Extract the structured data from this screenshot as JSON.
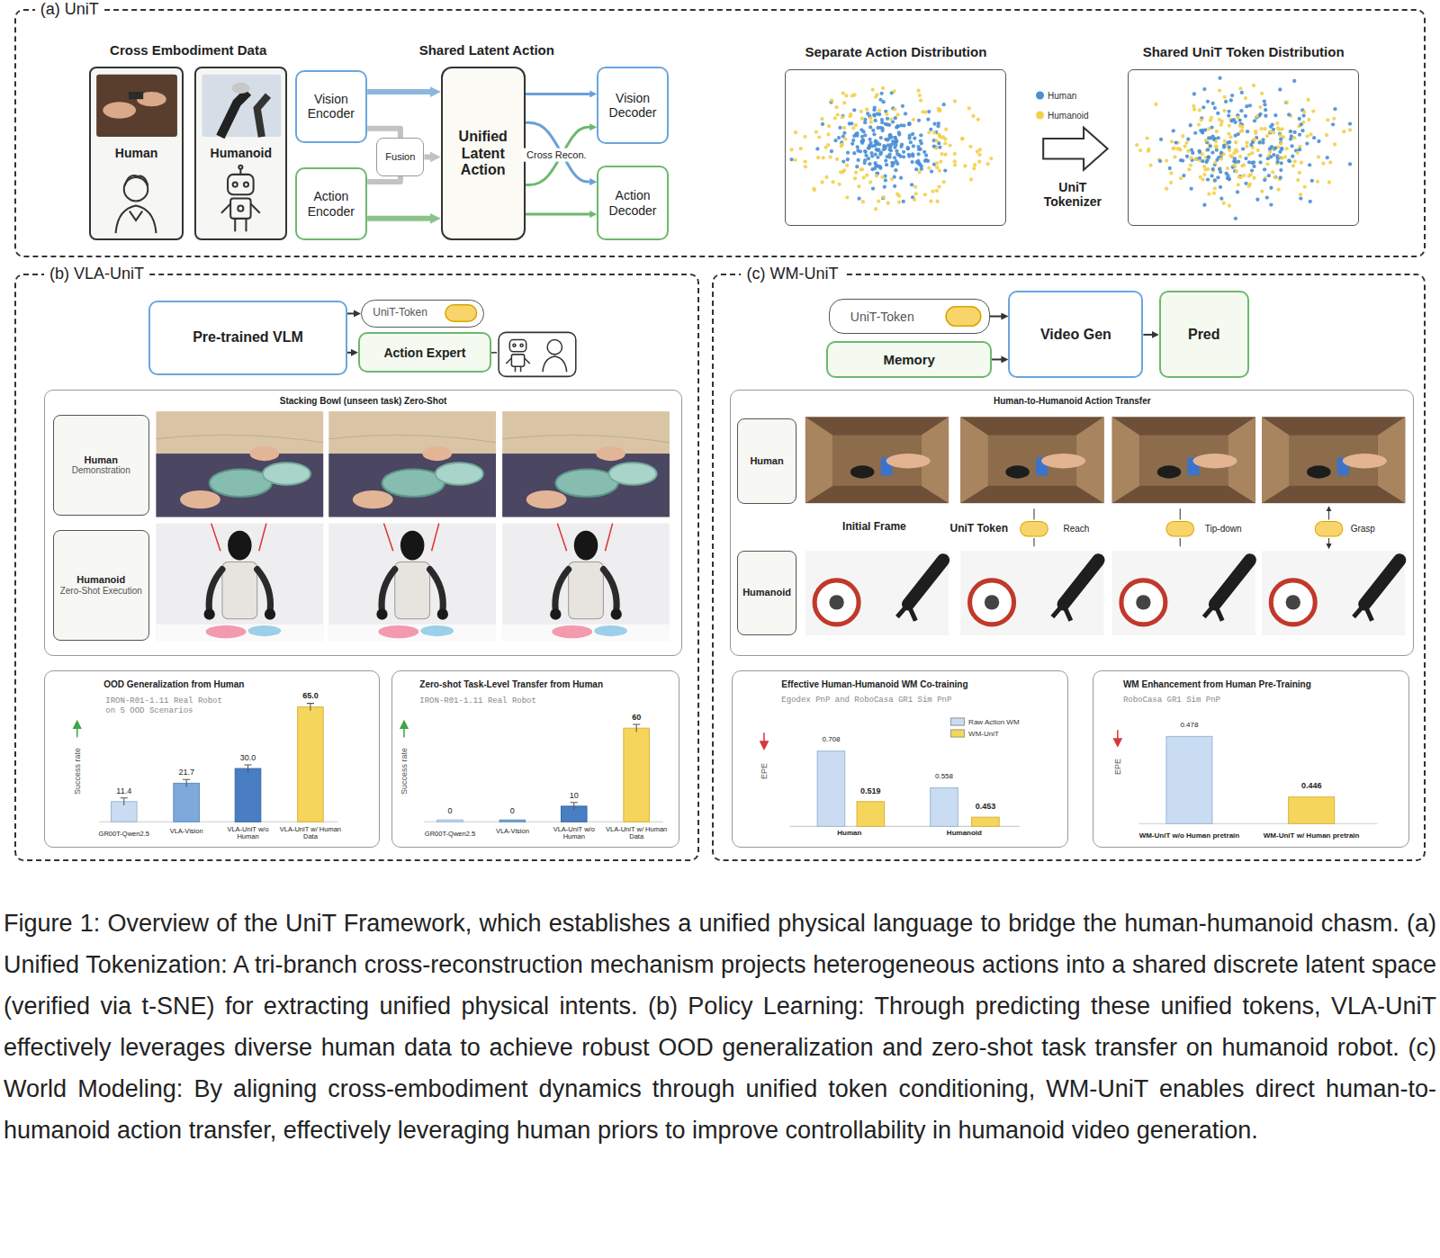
{
  "diagram": {
    "caption": "Figure 1: Overview of the UniT Framework, which establishes a unified physical language to bridge the human-humanoid chasm. (a) Unified Tokenization: A tri-branch cross-reconstruction mechanism projects heterogeneous actions into a shared discrete latent space (verified via t-SNE) for extracting unified physical intents. (b) Policy Learning: Through predicting these unified tokens, VLA-UniT effectively leverages diverse human data to achieve robust OOD generalization and zero-shot task transfer on humanoid robot. (c) World Modeling: By aligning cross-embodiment dynamics through unified token conditioning, WM-UniT enables direct human-to-humanoid action transfer, effectively leveraging human priors to improve controllability in humanoid video generation.",
    "nodes": [
      {
        "text": [
          "(a) UniT"
        ]
      },
      {
        "text": [
          "Human"
        ],
        "in": 0
      },
      {
        "text": [
          "Humanoid"
        ],
        "in": 0
      },
      {
        "text": [
          "Vision Encoder"
        ],
        "in": 0
      },
      {
        "text": [
          "Action Encoder"
        ],
        "in": 0
      },
      {
        "text": [
          "Fusion"
        ],
        "in": 0
      },
      {
        "text": [
          "Unified Latent Action"
        ],
        "in": 0
      },
      {
        "text": [
          "Vision Decoder"
        ],
        "in": 0
      },
      {
        "text": [
          "Action Decoder"
        ],
        "in": 0
      },
      {
        "text": [
          "Separate Action Distribution"
        ],
        "in": 0
      },
      {
        "text": [
          "Shared UniT Token Distribution"
        ],
        "in": 0
      },
      {
        "text": [
          "(b) VLA-UniT"
        ]
      },
      {
        "text": [
          "Pre-trained VLM"
        ],
        "in": 11
      },
      {
        "text": [
          "UniT-Token"
        ],
        "in": 11
      },
      {
        "text": [
          "Action Expert"
        ],
        "in": 11
      },
      {
        "text": [
          "Stacking Bowl (unseen task) Zero-Shot"
        ],
        "in": 11
      },
      {
        "text": [
          "Human",
          "Demonstration"
        ],
        "in": 15
      },
      {
        "text": [
          "Humanoid",
          "Zero-Shot Execution"
        ],
        "in": 15
      },
      {
        "text": [
          "OOD Generalization from Human",
          "IRON-R01-1.11 Real Robot on 5 OOD Scenarios"
        ],
        "in": 11
      },
      {
        "text": [
          "Zero-shot Task-Level Transfer from Human",
          "IRON-R01-1.11 Real Robot"
        ],
        "in": 11
      },
      {
        "text": [
          "(c) WM-UniT"
        ]
      },
      {
        "text": [
          "UniT-Token"
        ],
        "in": 20
      },
      {
        "text": [
          "Memory"
        ],
        "in": 20
      },
      {
        "text": [
          "Video Gen"
        ],
        "in": 20
      },
      {
        "text": [
          "Pred"
        ],
        "in": 20
      },
      {
        "text": [
          "Human-to-Humanoid Action Transfer"
        ],
        "in": 20
      },
      {
        "text": [
          "Human"
        ],
        "in": 25
      },
      {
        "text": [
          "Humanoid"
        ],
        "in": 25
      },
      {
        "text": [
          "Effective Human-Humanoid WM Co-training",
          "Egodex PnP and RoboCasa GR1 Sim PnP"
        ],
        "in": 20
      },
      {
        "text": [
          "WM Enhancement from Human Pre-Training",
          "RoboCasa GR1 Sim PnP"
        ],
        "in": 20
      }
    ],
    "edges": [
      {
        "from": 3,
        "to": 6,
        "arrow": "to"
      },
      {
        "from": 4,
        "to": 6,
        "arrow": "to"
      },
      {
        "from": 3,
        "to": 5,
        "arrow": "none"
      },
      {
        "from": 4,
        "to": 5,
        "arrow": "none"
      },
      {
        "from": 5,
        "to": 6,
        "arrow": "to"
      },
      {
        "from": 6,
        "to": 7,
        "arrow": "to"
      },
      {
        "from": 6,
        "to": 8,
        "arrow": "to"
      },
      {
        "from": 6,
        "to": 7,
        "arrow": "to"
      },
      {
        "from": 6,
        "to": 8,
        "arrow": "to"
      },
      {
        "from": 12,
        "to": 13,
        "arrow": "to"
      },
      {
        "from": 12,
        "to": 14,
        "arrow": "to"
      },
      {
        "from": 21,
        "to": 23,
        "arrow": "to"
      },
      {
        "from": 22,
        "to": 23,
        "arrow": "to"
      },
      {
        "from": 23,
        "to": 24,
        "arrow": "to"
      }
    ],
    "labels": [
      "Cross Embodiment Data",
      "Shared Latent Action",
      "Cross Recon.",
      "UniT Tokenizer",
      "Success rate",
      "11.4",
      "21.7",
      "30.0",
      "65.0",
      "GR00T-Qwen2.5",
      "VLA-Vision",
      "VLA-UniT w/o Human",
      "VLA-UniT w/ Human Data",
      "Success rate",
      "0",
      "0",
      "10",
      "60",
      "GR00T-Qwen2.5",
      "VLA-Vision",
      "VLA-UniT w/o Human",
      "VLA-UniT w/ Human Data",
      "Initial Frame",
      "UniT Token",
      "Reach",
      "Tip-down",
      "Grasp",
      "EPE",
      "0.708",
      "0.519",
      "0.558",
      "0.453",
      "Human",
      "Humanoid",
      "EPE",
      "0.478",
      "0.446",
      "WM-UniT w/o Human pretrain",
      "WM-UniT w/ Human pretrain"
    ],
    "legend": [
      {
        "text": "Human",
        "color": "#4a8fd6"
      },
      {
        "text": "Humanoid",
        "color": "#f2d04b"
      },
      {
        "text": "Raw Action WM",
        "color": "#c9dcf1"
      },
      {
        "text": "WM-UniT",
        "color": "#f6d55c"
      }
    ]
  }
}
